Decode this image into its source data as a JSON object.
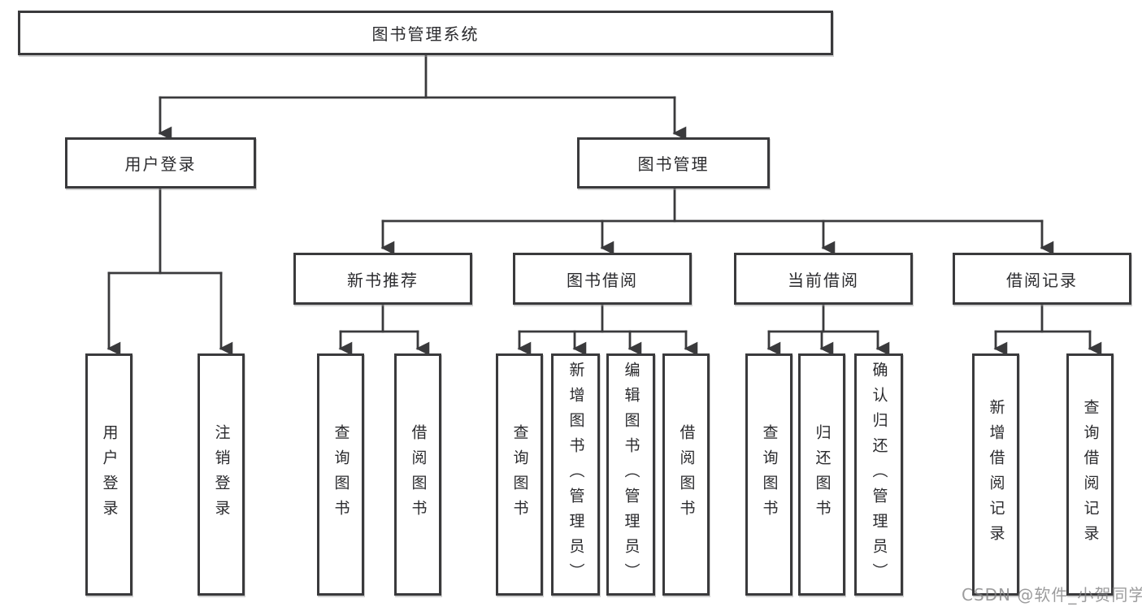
{
  "diagram_title": "图书管理系统",
  "nodes": {
    "root": "图书管理系统",
    "level2": {
      "user_login": "用户登录",
      "book_mgmt": "图书管理"
    },
    "level3": {
      "new_books": "新书推荐",
      "book_borrow": "图书借阅",
      "current_borrow": "当前借阅",
      "borrow_records": "借阅记录"
    },
    "leaves": {
      "user_login": "用户登录",
      "logout": "注销登录",
      "nb_query": "查询图书",
      "nb_borrow": "借阅图书",
      "bb_query": "查询图书",
      "bb_add": "新增图书（管理员）",
      "bb_edit": "编辑图书（管理员）",
      "bb_borrow": "借阅图书",
      "cb_query": "查询图书",
      "cb_return": "归还图书",
      "cb_confirm": "确认归还（管理员）",
      "br_add": "新增借阅记录",
      "br_query": "查询借阅记录"
    }
  },
  "watermark": "CSDN @软件_小贺同学",
  "colors": {
    "line": "#3a3a3c",
    "text": "#2b2b2e",
    "box_background": "#ffffff",
    "watermark": "#808082",
    "background": "#ffffff"
  }
}
